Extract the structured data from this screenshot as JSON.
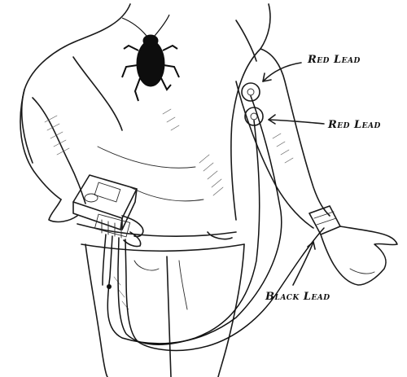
{
  "labels": {
    "red_lead_top": "Red Lead",
    "red_lead_bottom": "Red Lead",
    "black_lead": "Black Lead"
  },
  "icons": {
    "insect": "cockroach-icon",
    "board_logo": "circuit-board-logo"
  }
}
